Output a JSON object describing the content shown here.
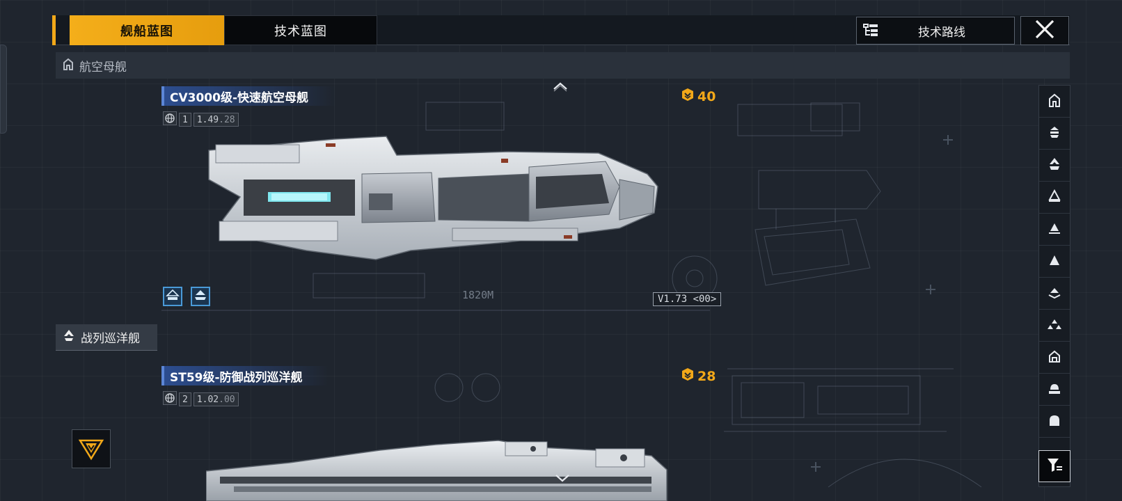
{
  "tabs": {
    "ship_blueprint": "舰船蓝图",
    "tech_blueprint": "技术蓝图"
  },
  "tech_route": {
    "label": "技术路线",
    "icon": "tree-list-icon"
  },
  "close": {
    "icon": "close-x-icon"
  },
  "sections": {
    "carrier": {
      "label": "航空母舰",
      "icon": "carrier-icon"
    },
    "battlecruiser": {
      "label": "战列巡洋舰",
      "icon": "battlecruiser-icon"
    }
  },
  "ships": [
    {
      "title": "CV3000级-快速航空母舰",
      "meta": {
        "tier": "1",
        "version": "1.49",
        "suffix": ".28"
      },
      "cost": "40",
      "length": "1820M",
      "version_tag": "V1.73 <00>"
    },
    {
      "title": "ST59级-防御战列巡洋舰",
      "meta": {
        "tier": "2",
        "version": "1.02",
        "suffix": ".00"
      },
      "cost": "28"
    }
  ],
  "filters": [
    "carrier-filter-icon",
    "battleship-filter-icon",
    "battlecruiser-filter-icon",
    "cruiser-filter-icon",
    "destroyer-filter-icon",
    "frigate-filter-icon",
    "corvette-filter-icon",
    "fighter-filter-icon",
    "station-filter-icon",
    "support-filter-icon",
    "hangar-filter-icon"
  ],
  "colors": {
    "accent": "#f2a819",
    "title_blue": "#2c4d8f",
    "mod_blue": "#4a9ad8"
  }
}
